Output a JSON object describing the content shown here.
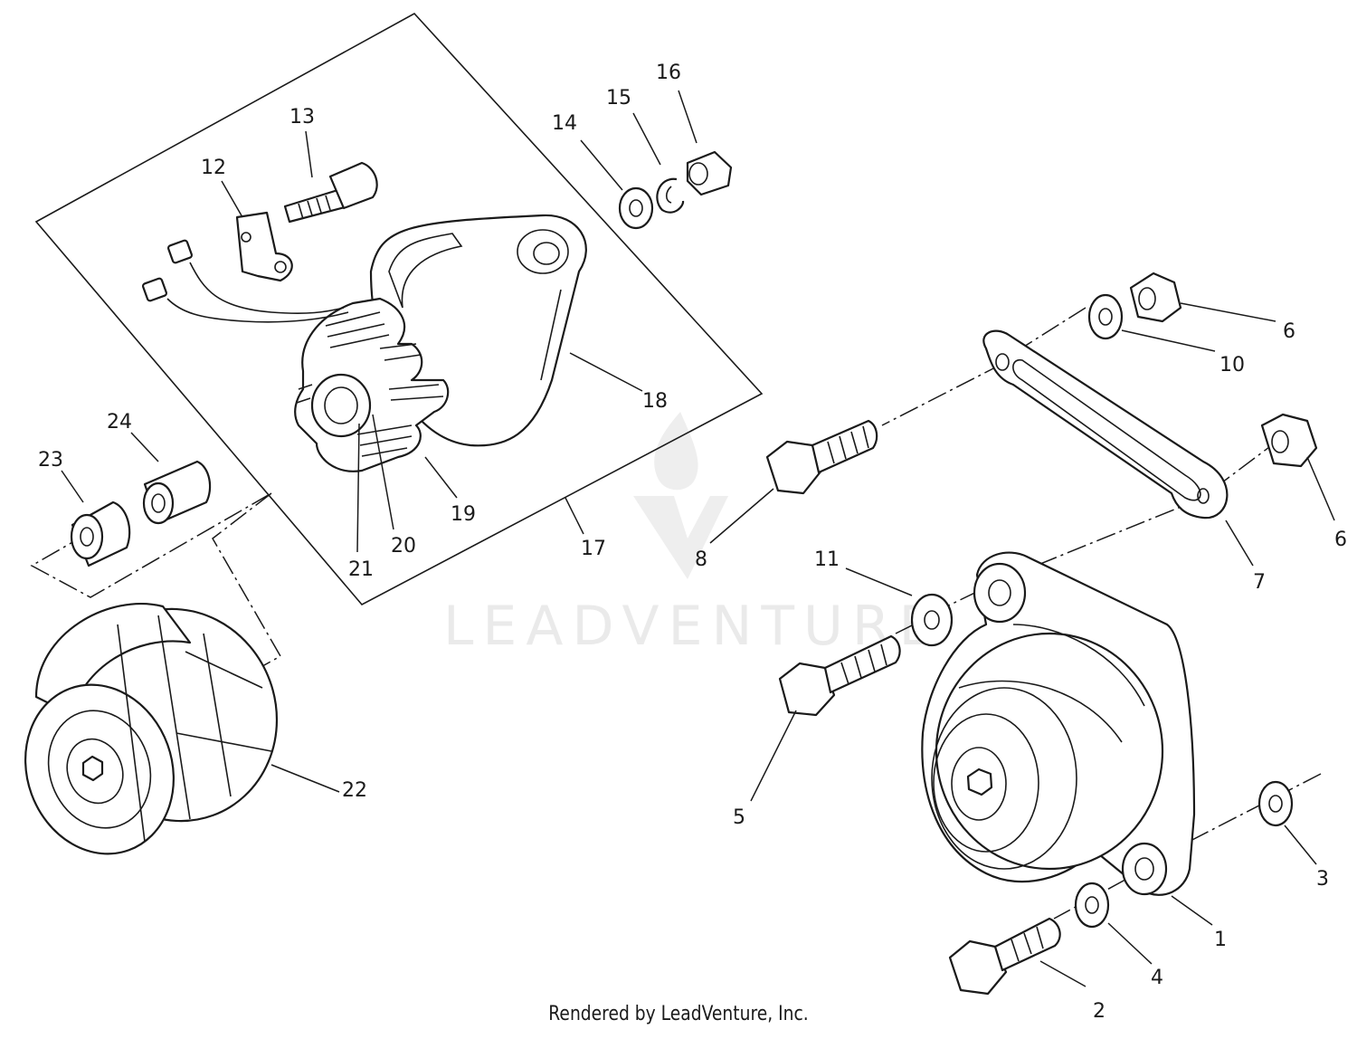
{
  "callouts": {
    "c1": "1",
    "c2": "2",
    "c3": "3",
    "c4": "4",
    "c5": "5",
    "c6a": "6",
    "c6b": "6",
    "c7": "7",
    "c8": "8",
    "c10": "10",
    "c11": "11",
    "c12": "12",
    "c13": "13",
    "c14": "14",
    "c15": "15",
    "c16": "16",
    "c17": "17",
    "c18": "18",
    "c19": "19",
    "c20": "20",
    "c21": "21",
    "c22": "22",
    "c23": "23",
    "c24": "24"
  },
  "watermark": {
    "text": "LEADVENTURE"
  },
  "footer": {
    "text": "Rendered by LeadVenture, Inc."
  }
}
